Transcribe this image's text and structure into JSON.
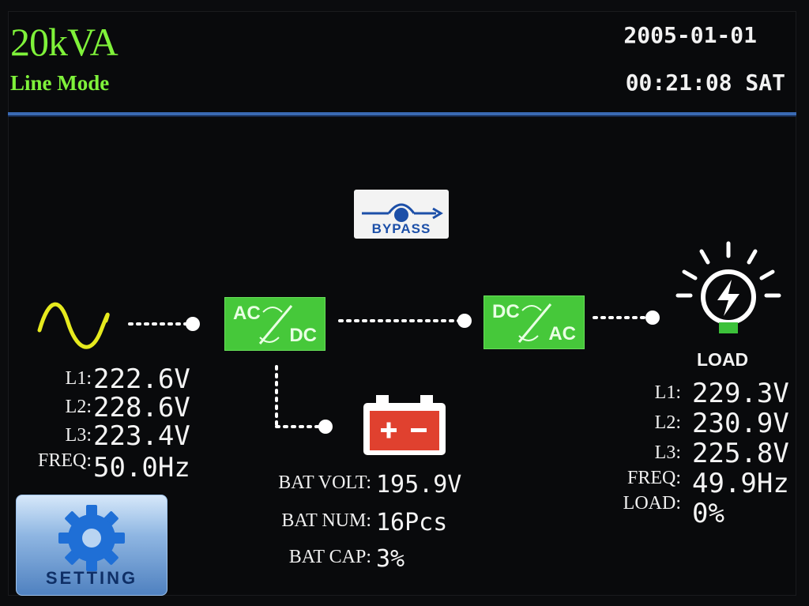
{
  "header": {
    "model": "20kVA",
    "mode": "Line Mode",
    "date": "2005-01-01",
    "time": "00:21:08 SAT"
  },
  "bypass": {
    "label": "BYPASS"
  },
  "rectifier": {
    "top": "AC",
    "bottom": "DC"
  },
  "inverter": {
    "top": "DC",
    "bottom": "AC"
  },
  "input": {
    "rows": [
      {
        "label": "L1:",
        "value": "222.6V"
      },
      {
        "label": "L2:",
        "value": "228.6V"
      },
      {
        "label": "L3:",
        "value": "223.4V"
      },
      {
        "label": "FREQ:",
        "value": "50.0Hz"
      }
    ]
  },
  "battery": {
    "rows": [
      {
        "label": "BAT VOLT:",
        "value": "195.9V"
      },
      {
        "label": "BAT NUM:",
        "value": "16Pcs"
      },
      {
        "label": "BAT CAP:",
        "value": "3%"
      }
    ]
  },
  "output": {
    "label": "LOAD",
    "rows": [
      {
        "label": "L1:",
        "value": "229.3V"
      },
      {
        "label": "L2:",
        "value": "230.9V"
      },
      {
        "label": "L3:",
        "value": "225.8V"
      },
      {
        "label": "FREQ:",
        "value": "49.9Hz"
      },
      {
        "label": "LOAD:",
        "value": "0%"
      }
    ]
  },
  "setting": {
    "label": "SETTING"
  },
  "colors": {
    "accent_green": "#7ff23a",
    "converter_green": "#46c83a",
    "battery_red": "#e0412f",
    "rule_blue": "#3a6ab4",
    "ac_wave": "#e6ea1e"
  },
  "icons": [
    "ac-sine-wave-icon",
    "bypass-icon",
    "battery-icon",
    "lightbulb-load-icon",
    "gear-icon"
  ]
}
